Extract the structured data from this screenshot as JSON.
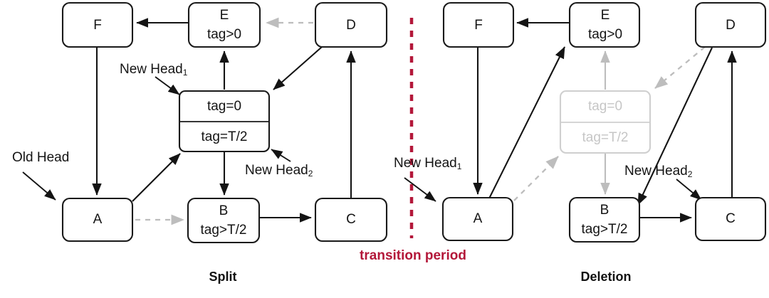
{
  "figure": {
    "title_left": "Split",
    "title_right": "Deletion",
    "divider_label": "transition period",
    "divider_color": "#b31739",
    "node_stroke": "#1a1a1a",
    "ghost_stroke": "#cfcfcf",
    "dashed_edge_color": "#bdbdbd"
  },
  "left_panel": {
    "caption": "Split",
    "nodes": {
      "f": {
        "label": "F"
      },
      "e_line1": {
        "label": "E"
      },
      "e_line2": {
        "label": "tag>0"
      },
      "d": {
        "label": "D"
      },
      "split_top": {
        "label": "tag=0"
      },
      "split_bottom": {
        "label": "tag=T/2"
      },
      "a": {
        "label": "A"
      },
      "b_line1": {
        "label": "B"
      },
      "b_line2": {
        "label": "tag>T/2"
      },
      "c": {
        "label": "C"
      }
    },
    "annotations": {
      "old_head": {
        "text": "Old Head",
        "sub": ""
      },
      "new_head_1": {
        "text": "New Head",
        "sub": "1"
      },
      "new_head_2": {
        "text": "New Head",
        "sub": "2"
      }
    }
  },
  "right_panel": {
    "caption": "Deletion",
    "nodes": {
      "f": {
        "label": "F"
      },
      "e_line1": {
        "label": "E"
      },
      "e_line2": {
        "label": "tag>0"
      },
      "d": {
        "label": "D"
      },
      "split_top": {
        "label": "tag=0"
      },
      "split_bottom": {
        "label": "tag=T/2"
      },
      "a": {
        "label": "A"
      },
      "b_line1": {
        "label": "B"
      },
      "b_line2": {
        "label": "tag>T/2"
      },
      "c": {
        "label": "C"
      }
    },
    "annotations": {
      "new_head_1": {
        "text": "New Head",
        "sub": "1"
      },
      "new_head_2": {
        "text": "New Head",
        "sub": "2"
      }
    }
  }
}
